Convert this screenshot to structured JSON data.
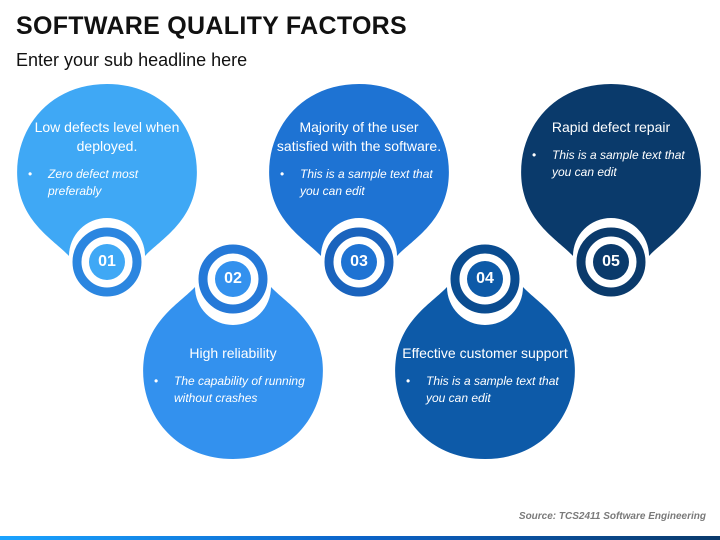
{
  "header": {
    "title": "SOFTWARE QUALITY FACTORS",
    "subtitle": "Enter your sub headline here"
  },
  "factors": [
    {
      "number": "01",
      "heading": "Low defects level when deployed.",
      "bullets": [
        "Zero defect most preferably"
      ],
      "color": "#3FA8F5",
      "ring": "#2B86E0"
    },
    {
      "number": "02",
      "heading": "High reliability",
      "bullets": [
        "The capability of running without crashes"
      ],
      "color": "#3391EE",
      "ring": "#2579D8"
    },
    {
      "number": "03",
      "heading": "Majority of the user satisfied with the software.",
      "bullets": [
        "This is a sample text that you can edit"
      ],
      "color": "#1E73D3",
      "ring": "#1A63BD"
    },
    {
      "number": "04",
      "heading": "Effective customer support",
      "bullets": [
        "This is a sample text that you can edit"
      ],
      "color": "#0D5AA8",
      "ring": "#0A4C90"
    },
    {
      "number": "05",
      "heading": "Rapid defect repair",
      "bullets": [
        "This is a sample text that you can edit"
      ],
      "color": "#0A3A6B",
      "ring": "#0A3A6B"
    }
  ],
  "footer": {
    "source": "Source: TCS2411 Software Engineering"
  }
}
